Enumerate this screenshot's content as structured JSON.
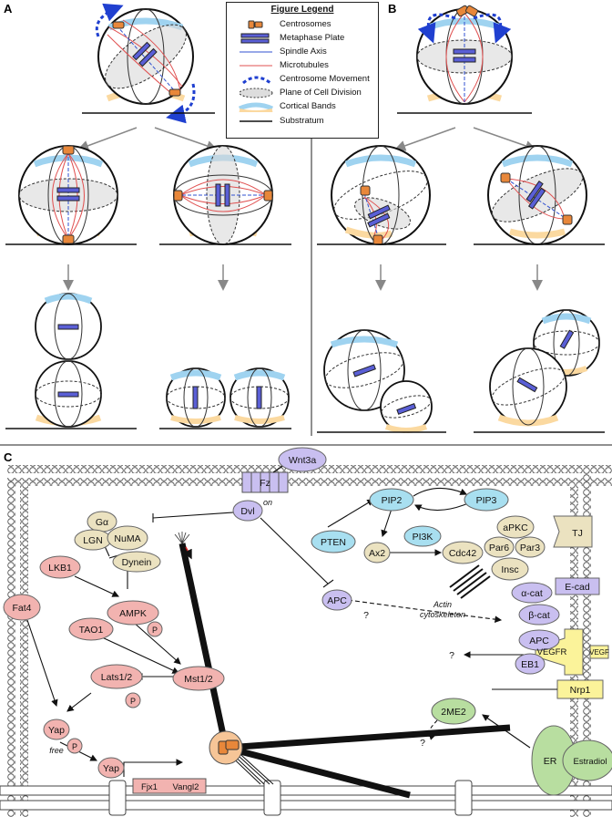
{
  "panels": {
    "a": "A",
    "b": "B",
    "c": "C"
  },
  "legend": {
    "title": "Figure Legend",
    "items": [
      {
        "label": "Centrosomes",
        "icon": "centrosome-icon"
      },
      {
        "label": "Metaphase Plate",
        "icon": "metaphase-plate-icon"
      },
      {
        "label": "Spindle Axis",
        "icon": "spindle-axis-icon"
      },
      {
        "label": "Microtubules",
        "icon": "microtubule-icon"
      },
      {
        "label": "Centrosome Movement",
        "icon": "movement-arrow-icon"
      },
      {
        "label": "Plane of Cell Division",
        "icon": "division-plane-icon"
      },
      {
        "label": "Cortical Bands",
        "icon": "cortical-band-icon"
      },
      {
        "label": "Substratum",
        "icon": "substratum-icon"
      }
    ]
  },
  "pathway": {
    "wnt": "Wnt3a",
    "fz": "Fz",
    "dvl": "Dvl",
    "on": "on",
    "galpha": "Gα",
    "lgn": "LGN",
    "numa": "NuMA",
    "dynein": "Dynein",
    "lkb1": "LKB1",
    "ampk": "AMPK",
    "p": "P",
    "tao1": "TAO1",
    "mst": "Mst1/2",
    "lats": "Lats1/2",
    "fat4": "Fat4",
    "yap": "Yap",
    "free": "free",
    "fjx1": "Fjx1",
    "vangl2": "Vangl2",
    "pip2": "PIP2",
    "pip3": "PIP3",
    "pten": "PTEN",
    "pi3k": "PI3K",
    "ax2": "Ax2",
    "cdc42": "Cdc42",
    "apkc": "aPKC",
    "par6": "Par6",
    "par3": "Par3",
    "insc": "Insc",
    "tj": "TJ",
    "apc": "APC",
    "acat": "α-cat",
    "bcat": "β-cat",
    "ecad": "E-cad",
    "eb1": "EB1",
    "actin": "Actin",
    "cyto": "cytoskeleton",
    "q": "?",
    "vegfr": "VEGFR",
    "vegf": "VEGF",
    "nrp1": "Nrp1",
    "me2": "2ME2",
    "er": "ER",
    "estradiol": "Estradiol"
  },
  "colors": {
    "cortical_blue": "#9fd3f0",
    "cortical_yellow": "#fbd9a0",
    "plate": "#5a5fd6",
    "centrosome": "#e8873a",
    "microtubule": "#e05050",
    "axis": "#3050d0",
    "pink": "#f2b3b0",
    "tan": "#ebe2c0",
    "lavender": "#c9bff0",
    "cyan": "#a8dff0",
    "yellow": "#fbf39a",
    "green": "#b8dea0"
  }
}
